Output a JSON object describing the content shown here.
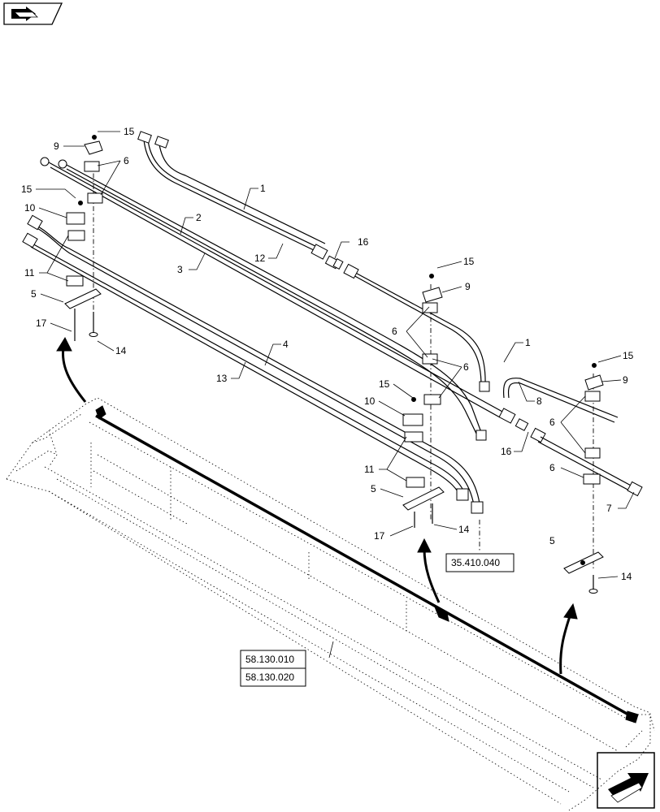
{
  "callouts": [
    "1",
    "12",
    "16",
    "2",
    "3",
    "15",
    "9",
    "6",
    "10",
    "11",
    "5",
    "17",
    "14",
    "4",
    "13",
    "1",
    "15",
    "9",
    "6",
    "6",
    "15",
    "10",
    "11",
    "5",
    "17",
    "14",
    "8",
    "15",
    "9",
    "6",
    "16",
    "6",
    "7",
    "5",
    "14"
  ],
  "references": {
    "hydraulic_ref": "35.410.040",
    "frame_ref_1": "58.130.010",
    "frame_ref_2": "58.130.020"
  },
  "icons": {
    "top_left": "previous-page-icon",
    "bottom_right": "next-page-icon"
  }
}
